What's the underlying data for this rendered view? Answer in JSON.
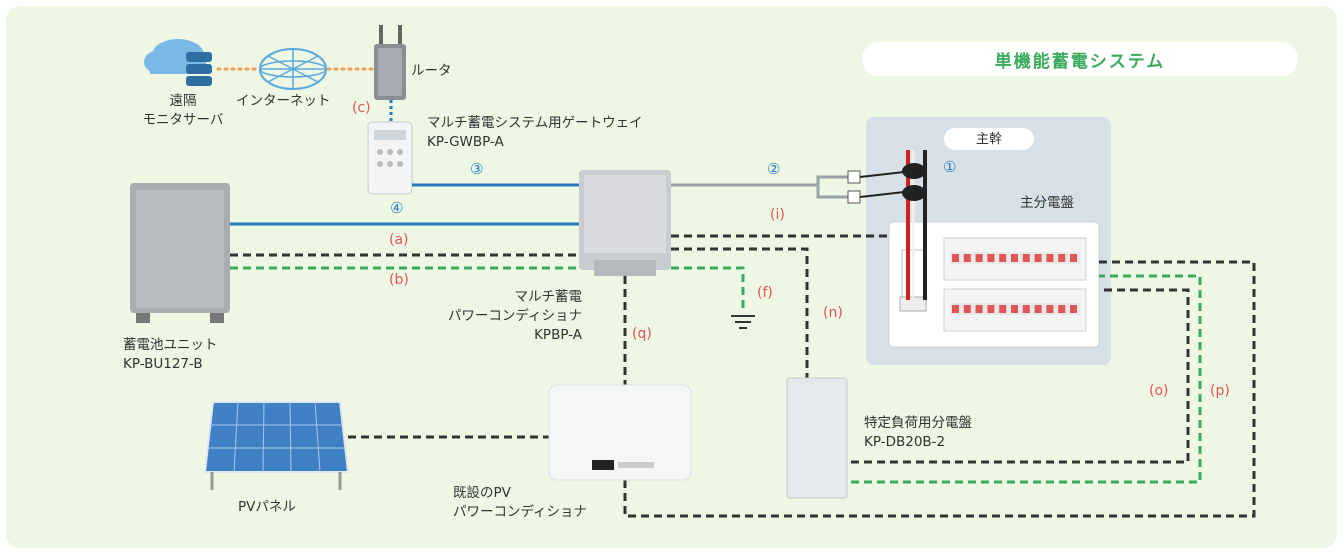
{
  "title": "単機能蓄電システム",
  "labels": {
    "remote_server": [
      "遠隔",
      "モニタサーバ"
    ],
    "internet": "インターネット",
    "router": "ルータ",
    "gateway": [
      "マルチ蓄電システム用ゲートウェイ",
      "KP-GWBP-A"
    ],
    "main_trunk": "主幹",
    "main_panel": "主分電盤",
    "battery": [
      "蓄電池ユニット",
      "KP-BU127-B"
    ],
    "pcs": [
      "マルチ蓄電",
      "パワーコンディショナ",
      "KPBP-A"
    ],
    "specific_panel": [
      "特定負荷用分電盤",
      "KP-DB20B-2"
    ],
    "pv_panel": "PVパネル",
    "pv_pcs": [
      "既設のPV",
      "パワーコンディショナ"
    ]
  },
  "wire_labels": {
    "a": "(a)",
    "b": "(b)",
    "c": "(c)",
    "f": "(f)",
    "i": "(i)",
    "n": "(n)",
    "o": "(o)",
    "p": "(p)",
    "q": "(q)"
  },
  "markers": {
    "m1": "①",
    "m2": "②",
    "m3": "③",
    "m4": "④"
  },
  "colors": {
    "background": "#eef6e4",
    "comm_line": "#2a7cc0",
    "power_line": "#333333",
    "ground_line": "#3aaa5c",
    "ct_line": "#9aa3a8",
    "internet_dots": "#f0a050",
    "label_red": "#e05555",
    "title_green": "#3aaa5c"
  }
}
